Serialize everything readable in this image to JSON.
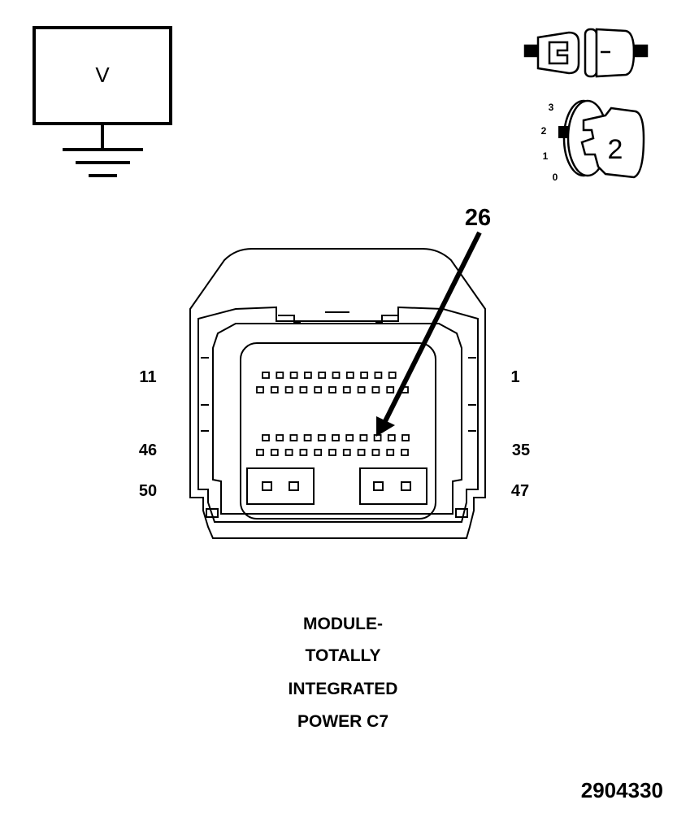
{
  "voltmeter": {
    "symbol": "V"
  },
  "ignition": {
    "positions": [
      "3",
      "2",
      "1",
      "0"
    ],
    "selected": "2"
  },
  "connector": {
    "callout_pin": "26",
    "pin_labels": {
      "top_left": "11",
      "top_right": "1",
      "mid_left": "46",
      "mid_right": "35",
      "bottom_left": "50",
      "bottom_right": "47"
    }
  },
  "caption": {
    "line1": "MODULE-",
    "line2": "TOTALLY",
    "line3": "INTEGRATED",
    "line4": "POWER C7"
  },
  "figure_number": "2904330"
}
